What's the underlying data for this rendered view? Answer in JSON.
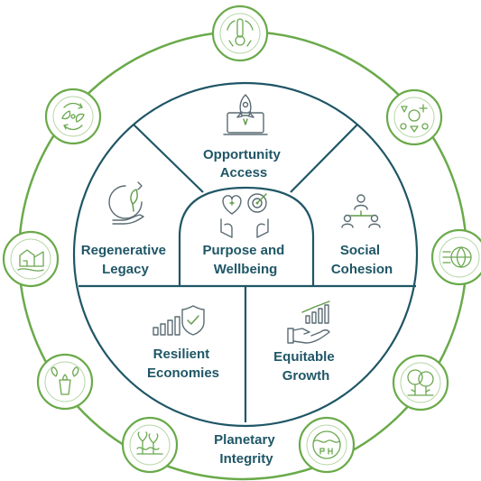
{
  "colors": {
    "outer_ring": "#6aaa4a",
    "inner_lines": "#1f5666",
    "label_text": "#1f5666",
    "icon_gray": "#5a6b73",
    "icon_green": "#6aa84f"
  },
  "segments": {
    "opportunity_access": {
      "line1": "Opportunity",
      "line2": "Access",
      "icon": "laptop-rocket-icon"
    },
    "regenerative_legacy": {
      "line1": "Regenerative",
      "line2": "Legacy",
      "icon": "hand-leaf-icon"
    },
    "purpose_wellbeing": {
      "line1": "Purpose and",
      "line2": "Wellbeing",
      "icon": "heart-target-hands-icon"
    },
    "social_cohesion": {
      "line1": "Social",
      "line2": "Cohesion",
      "icon": "people-network-icon"
    },
    "resilient_economies": {
      "line1": "Resilient",
      "line2": "Economies",
      "icon": "shield-bars-icon"
    },
    "equitable_growth": {
      "line1": "Equitable",
      "line2": "Growth",
      "icon": "hand-growth-chart-icon"
    },
    "planetary_integrity": {
      "line1": "Planetary",
      "line2": "Integrity"
    }
  },
  "outer_badges": [
    {
      "name": "thermometer-earth-icon"
    },
    {
      "name": "energy-sources-icon"
    },
    {
      "name": "globe-arrows-icon"
    },
    {
      "name": "forest-icon"
    },
    {
      "name": "ocean-ph-icon"
    },
    {
      "name": "plants-landscape-icon"
    },
    {
      "name": "water-cup-leaves-icon"
    },
    {
      "name": "land-use-icon"
    },
    {
      "name": "biodiversity-cycle-icon"
    }
  ]
}
